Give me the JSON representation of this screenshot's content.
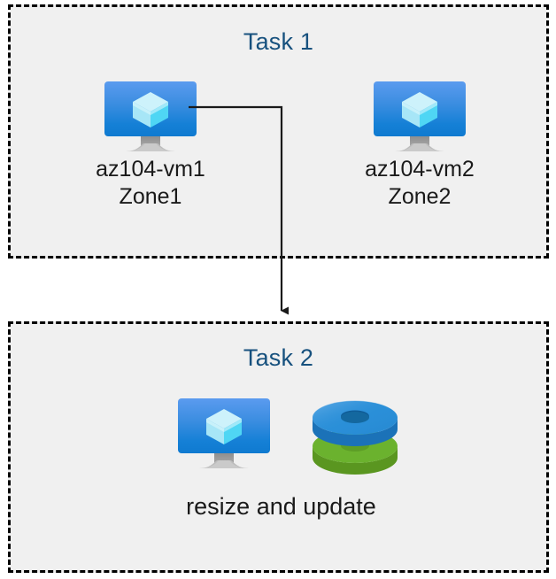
{
  "diagram": {
    "title_color": "#17517e",
    "box_background": "#f0f0f0",
    "canvas_background": "#ffffff",
    "connector_color": "#1a1a1a"
  },
  "task1": {
    "title": "Task 1",
    "nodes": [
      {
        "icon": "azure-virtual-machine-icon",
        "name": "az104-vm1",
        "zone": "Zone1"
      },
      {
        "icon": "azure-virtual-machine-icon",
        "name": "az104-vm2",
        "zone": "Zone2"
      }
    ]
  },
  "task2": {
    "title": "Task 2",
    "icons": [
      {
        "icon": "azure-virtual-machine-icon"
      },
      {
        "icon": "azure-disks-icon",
        "top_disk_color": "#2a8fd8",
        "bottom_disk_color": "#6bb22e"
      }
    ],
    "caption": "resize and update"
  },
  "connector": {
    "from": "az104-vm1",
    "to": "Task 2",
    "arrow": "down-arrow-icon"
  }
}
